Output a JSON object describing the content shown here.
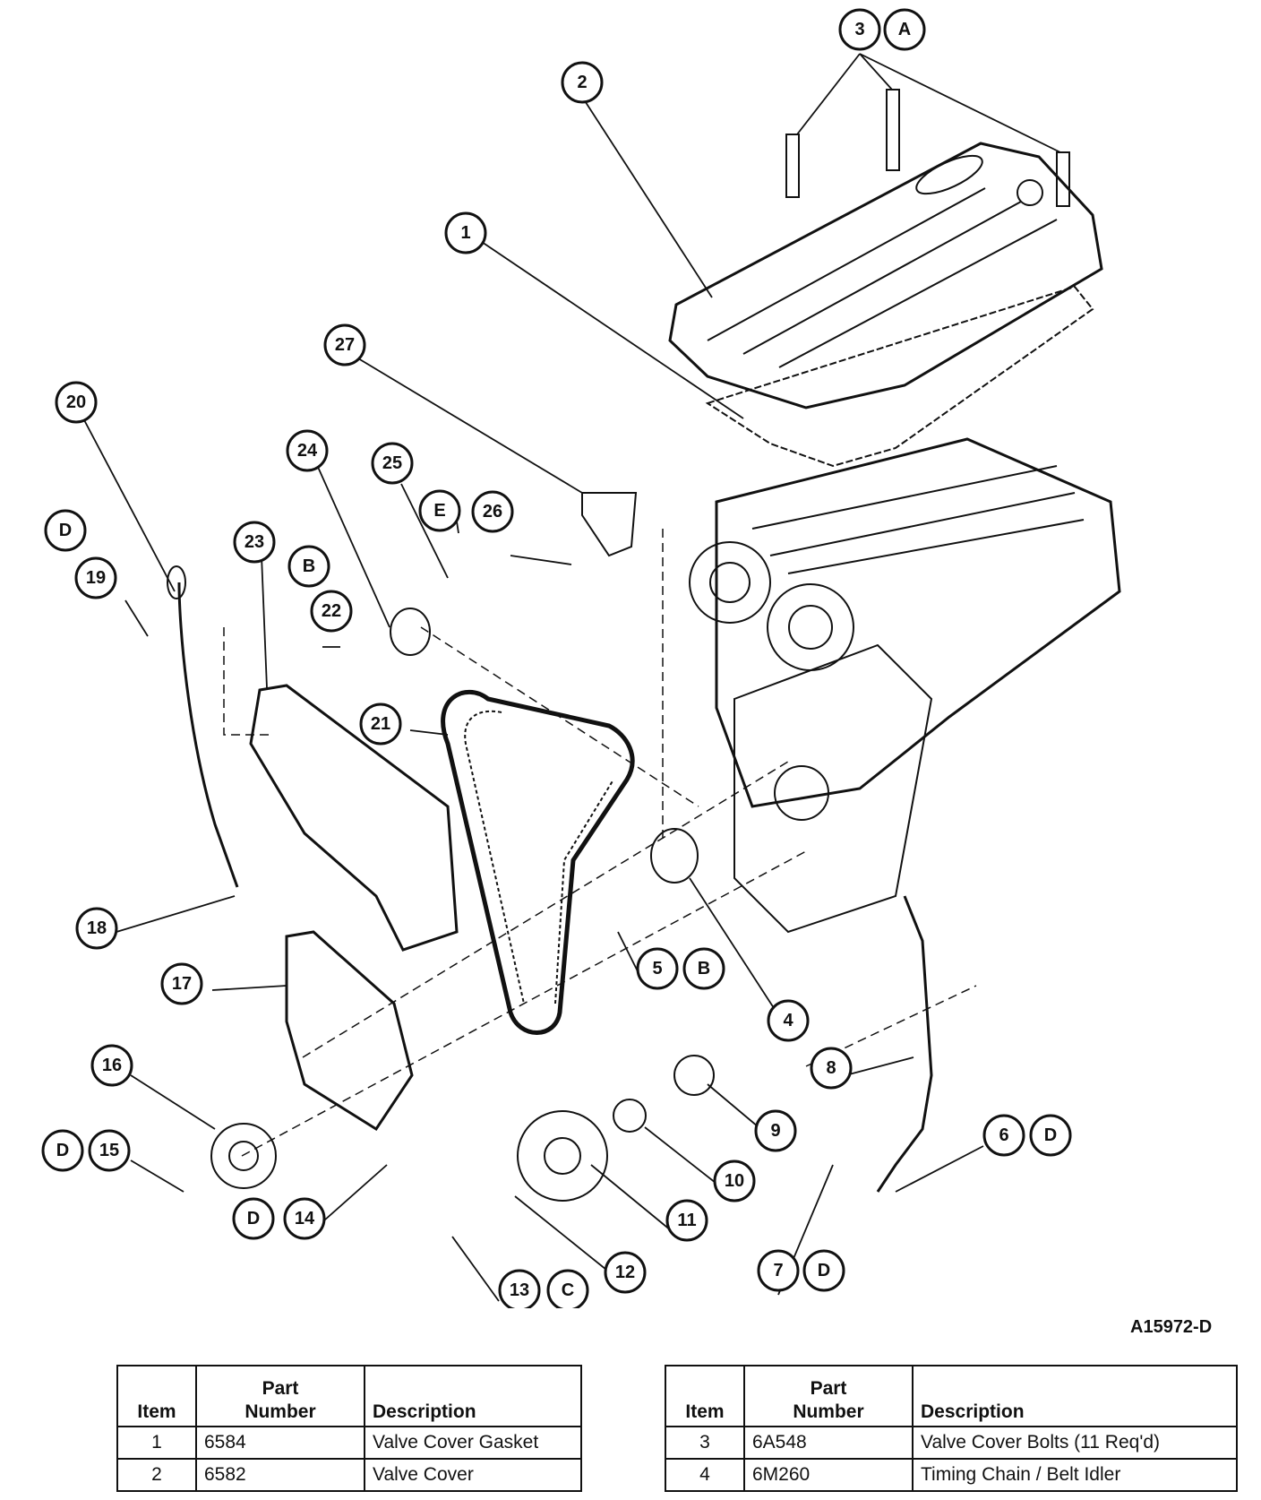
{
  "callouts": {
    "c1": "1",
    "c2": "2",
    "c3": "3",
    "cA": "A",
    "c27": "27",
    "c20": "20",
    "cD1": "D",
    "c19": "19",
    "c23": "23",
    "cB1": "B",
    "c22": "22",
    "c24": "24",
    "c25": "25",
    "cE": "E",
    "c26": "26",
    "c21": "21",
    "c18": "18",
    "c17": "17",
    "c16": "16",
    "cD2": "D",
    "c15": "15",
    "cD3": "D",
    "c14": "14",
    "c13": "13",
    "cC": "C",
    "c12": "12",
    "c11": "11",
    "c10": "10",
    "c9": "9",
    "c5": "5",
    "cB2": "B",
    "c4": "4",
    "c8": "8",
    "c6": "6",
    "cD4": "D",
    "c7": "7",
    "cD5": "D"
  },
  "reference_id": "A15972-D",
  "table_headers": {
    "item": "Item",
    "part_number_line1": "Part",
    "part_number_line2": "Number",
    "description": "Description"
  },
  "parts_left": [
    {
      "item": "1",
      "part_number": "6584",
      "description": "Valve Cover Gasket"
    },
    {
      "item": "2",
      "part_number": "6582",
      "description": "Valve Cover"
    }
  ],
  "parts_right": [
    {
      "item": "3",
      "part_number": "6A548",
      "description": "Valve Cover Bolts (11 Req'd)"
    },
    {
      "item": "4",
      "part_number": "6M260",
      "description": "Timing Chain / Belt Idler"
    }
  ]
}
